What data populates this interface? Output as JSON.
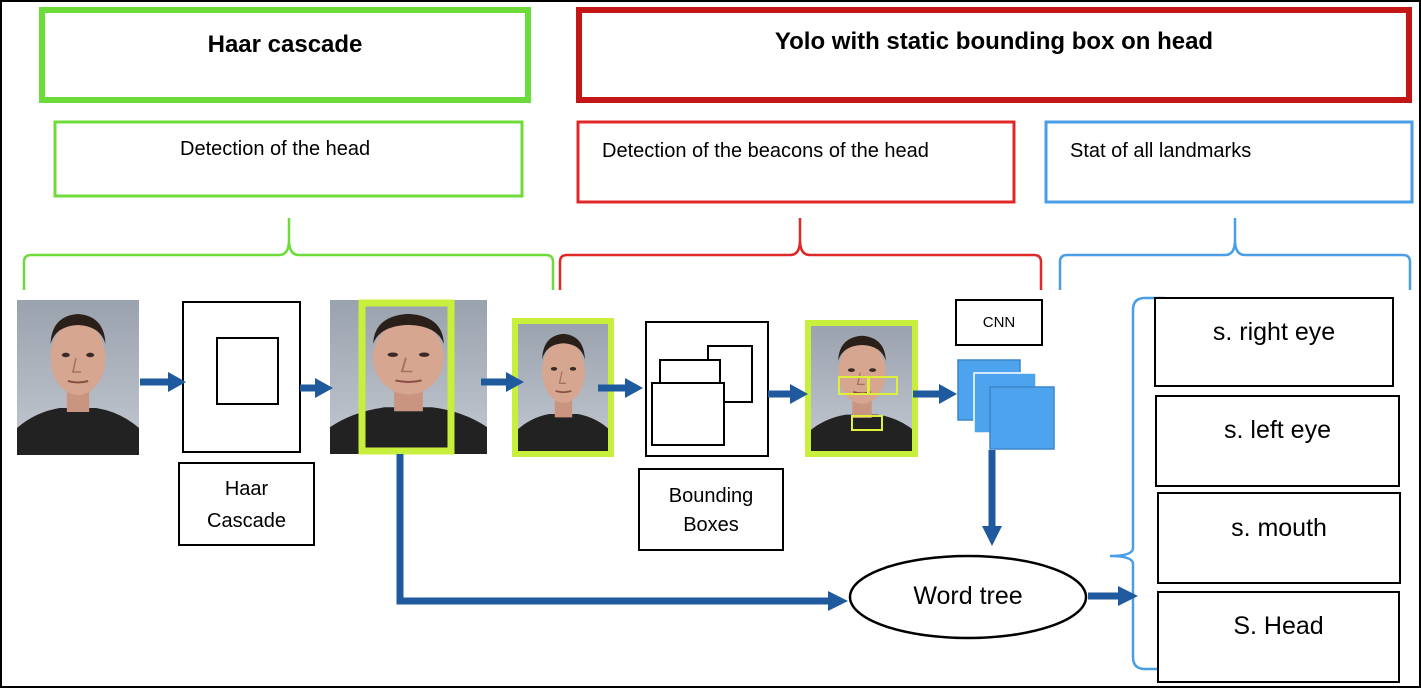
{
  "headers": {
    "haar": "Haar cascade",
    "yolo": "Yolo with static bounding box on head"
  },
  "stages": {
    "head_detection": "Detection of the head",
    "beacons_detection": "Detection of the beacons of the head",
    "landmark_stat": "Stat of all landmarks"
  },
  "blocks": {
    "haar_cascade_line1": "Haar",
    "haar_cascade_line2": "Cascade",
    "bounding_boxes_line1": "Bounding",
    "bounding_boxes_line2": "Boxes",
    "cnn": "CNN",
    "word_tree": "Word tree"
  },
  "outputs": [
    "s. right eye",
    "s. left eye",
    "s. mouth",
    "S. Head"
  ],
  "colors": {
    "green": "#6ddc3a",
    "red": "#d42020",
    "blue": "#4a9ee6",
    "arrow": "#1f5a9e",
    "face_frame": "#c8ef3c",
    "cnn_blue": "#4ea3ee"
  }
}
